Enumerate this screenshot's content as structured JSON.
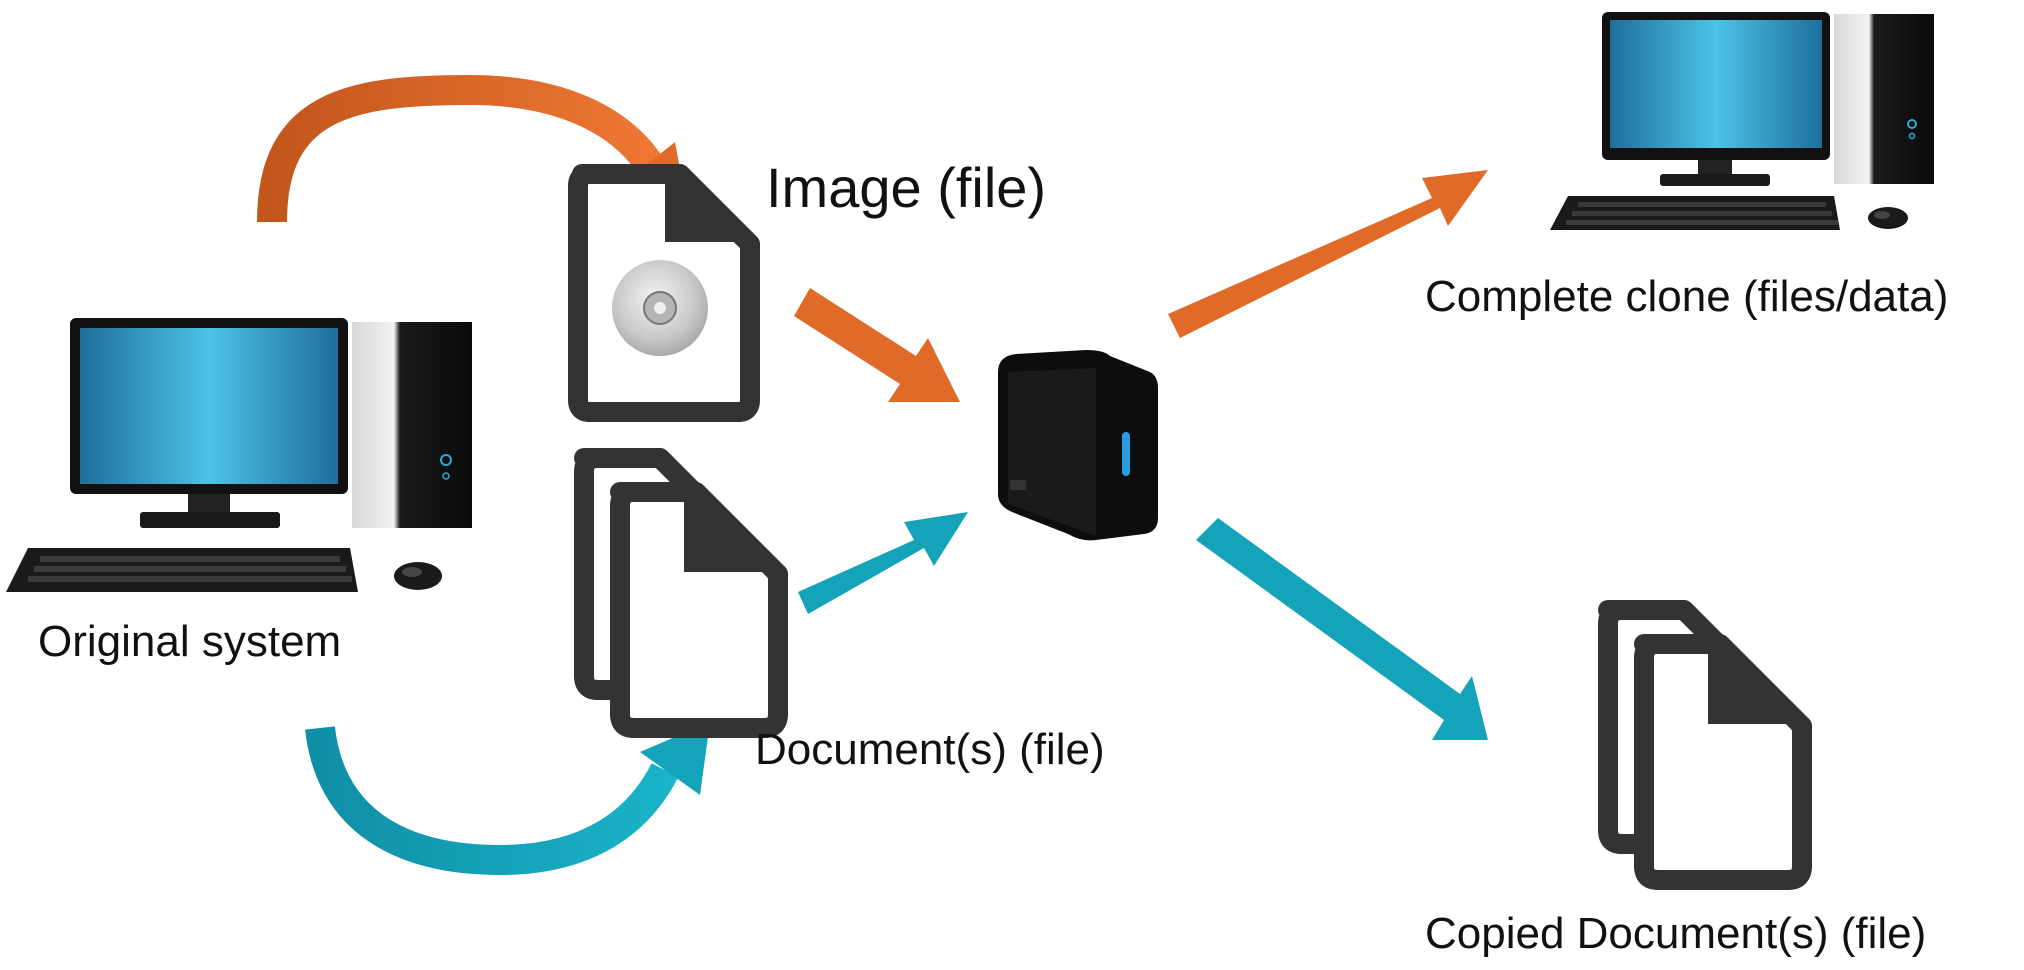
{
  "labels": {
    "original_system": "Original system",
    "image_file": "Image (file)",
    "documents_file": "Document(s) (file)",
    "complete_clone": "Complete clone (files/data)",
    "copied_documents": "Copied Document(s) (file)"
  },
  "icons": {
    "source": "desktop-computer-icon",
    "image": "disc-image-file-icon",
    "documents": "documents-icon",
    "storage": "external-drive-icon",
    "clone": "desktop-computer-icon",
    "copied": "documents-icon"
  },
  "colors": {
    "image_path": "#E06A28",
    "document_path": "#14A3B8",
    "icon_dark": "#333333",
    "screen_blue": "#2D9BC4"
  }
}
